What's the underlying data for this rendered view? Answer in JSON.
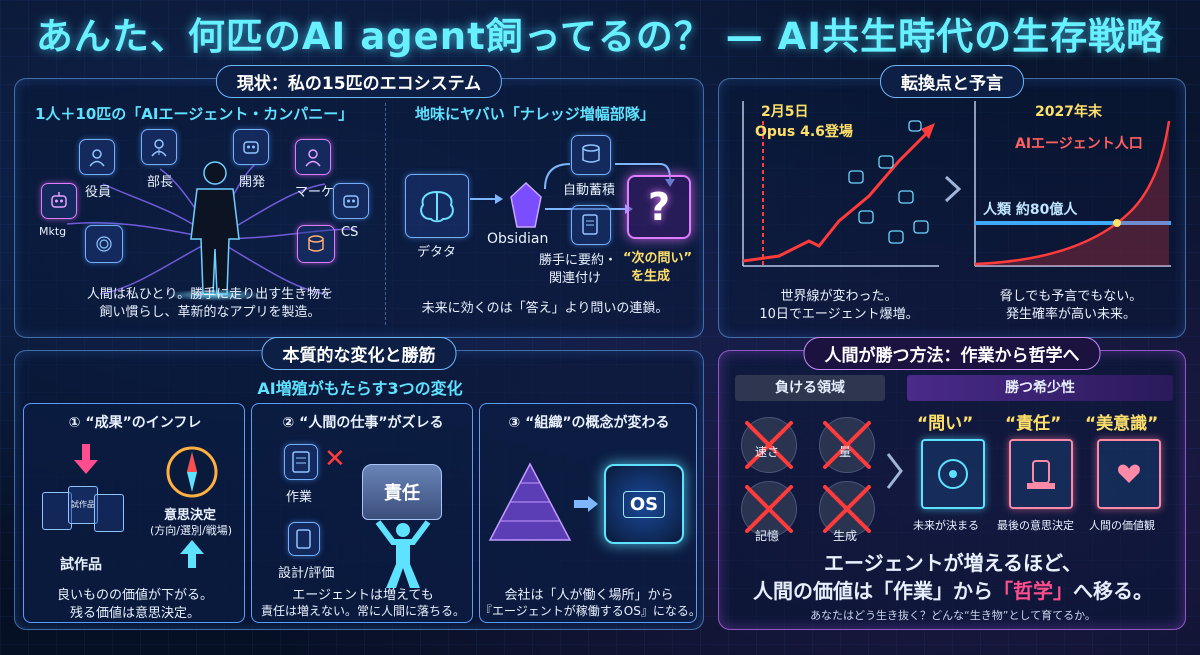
{
  "title": "あんた、何匹のAI agent飼ってるの？ — AI共生時代の生存戦略",
  "p1": {
    "title": "現状：私の15匹のエコシステム",
    "left_heading": "1人＋10匹の「AIエージェント・カンパニー」",
    "roles": [
      "役員",
      "部長",
      "開発",
      "マーケ",
      "Mktg",
      "CS"
    ],
    "left_caption1": "人間は私ひとり。勝手に走り出す生き物を",
    "left_caption2": "飼い慣らし、革新的なアプリを製造。",
    "right_heading": "地味にヤバい「ナレッジ増幅部隊」",
    "nodes": {
      "brain": "デタタ",
      "obsidian": "Obsidian",
      "auto": "自動蓄積",
      "summary1": "勝手に要約・",
      "summary2": "関連付け",
      "next1": "“次の問い”",
      "next2": "を生成"
    },
    "right_caption": "未来に効くのは「答え」より問いの連鎖。"
  },
  "p2": {
    "title": "転換点と予言",
    "date": "2月5日",
    "event": "Opus 4.6登場",
    "cap1a": "世界線が変わった。",
    "cap1b": "10日でエージェント爆増。",
    "year": "2027年末",
    "agents": "AIエージェント人口",
    "humans": "人類 約80億人",
    "cap2a": "脅しでも予言でもない。",
    "cap2b": "発生確率が高い未来。"
  },
  "p3": {
    "title": "本質的な変化と勝筋",
    "subtitle": "AI増殖がもたらす3つの変化",
    "c1": {
      "title": "① “成果”のインフレ",
      "proto": "試作品",
      "doc": "試作品",
      "decide": "意思決定",
      "decide2": "(方向/選別/戦場)",
      "cap1": "良いものの価値が下がる。",
      "cap2": "残る価値は意思決定。"
    },
    "c2": {
      "title": "② “人間の仕事”がズレる",
      "work": "作業",
      "resp": "責任",
      "design": "設計/評価",
      "cap1": "エージェントは増えても",
      "cap2": "責任は増えない。常に人間に落ちる。"
    },
    "c3": {
      "title": "③ “組織”の概念が変わる",
      "chip": "OS",
      "cap1": "会社は「人が働く場所」から",
      "cap2": "『エージェントが稼働するOS』になる。"
    }
  },
  "p4": {
    "title": "人間が勝つ方法：作業から哲学へ",
    "lose": "負ける領域",
    "win": "勝つ希少性",
    "lose_items": [
      "速さ",
      "量",
      "記憶",
      "生成"
    ],
    "win_items": [
      {
        "q": "“問い”",
        "label": "未来が決まる"
      },
      {
        "q": "“責任”",
        "label": "最後の意思決定"
      },
      {
        "q": "“美意識”",
        "label": "人間の価値観"
      }
    ],
    "msg1": "エージェントが増えるほど、",
    "msg2a": "人間の価値は「作業」から",
    "msg2b": "「哲学」",
    "msg2c": "へ移る。",
    "footer": "あなたはどう生き抜く？どんな“生き物”として育てるか。"
  },
  "colors": {
    "cyan": "#5fe2ff",
    "pink": "#ff4d8d",
    "purple": "#c78bff",
    "red": "#ff3b3b"
  }
}
